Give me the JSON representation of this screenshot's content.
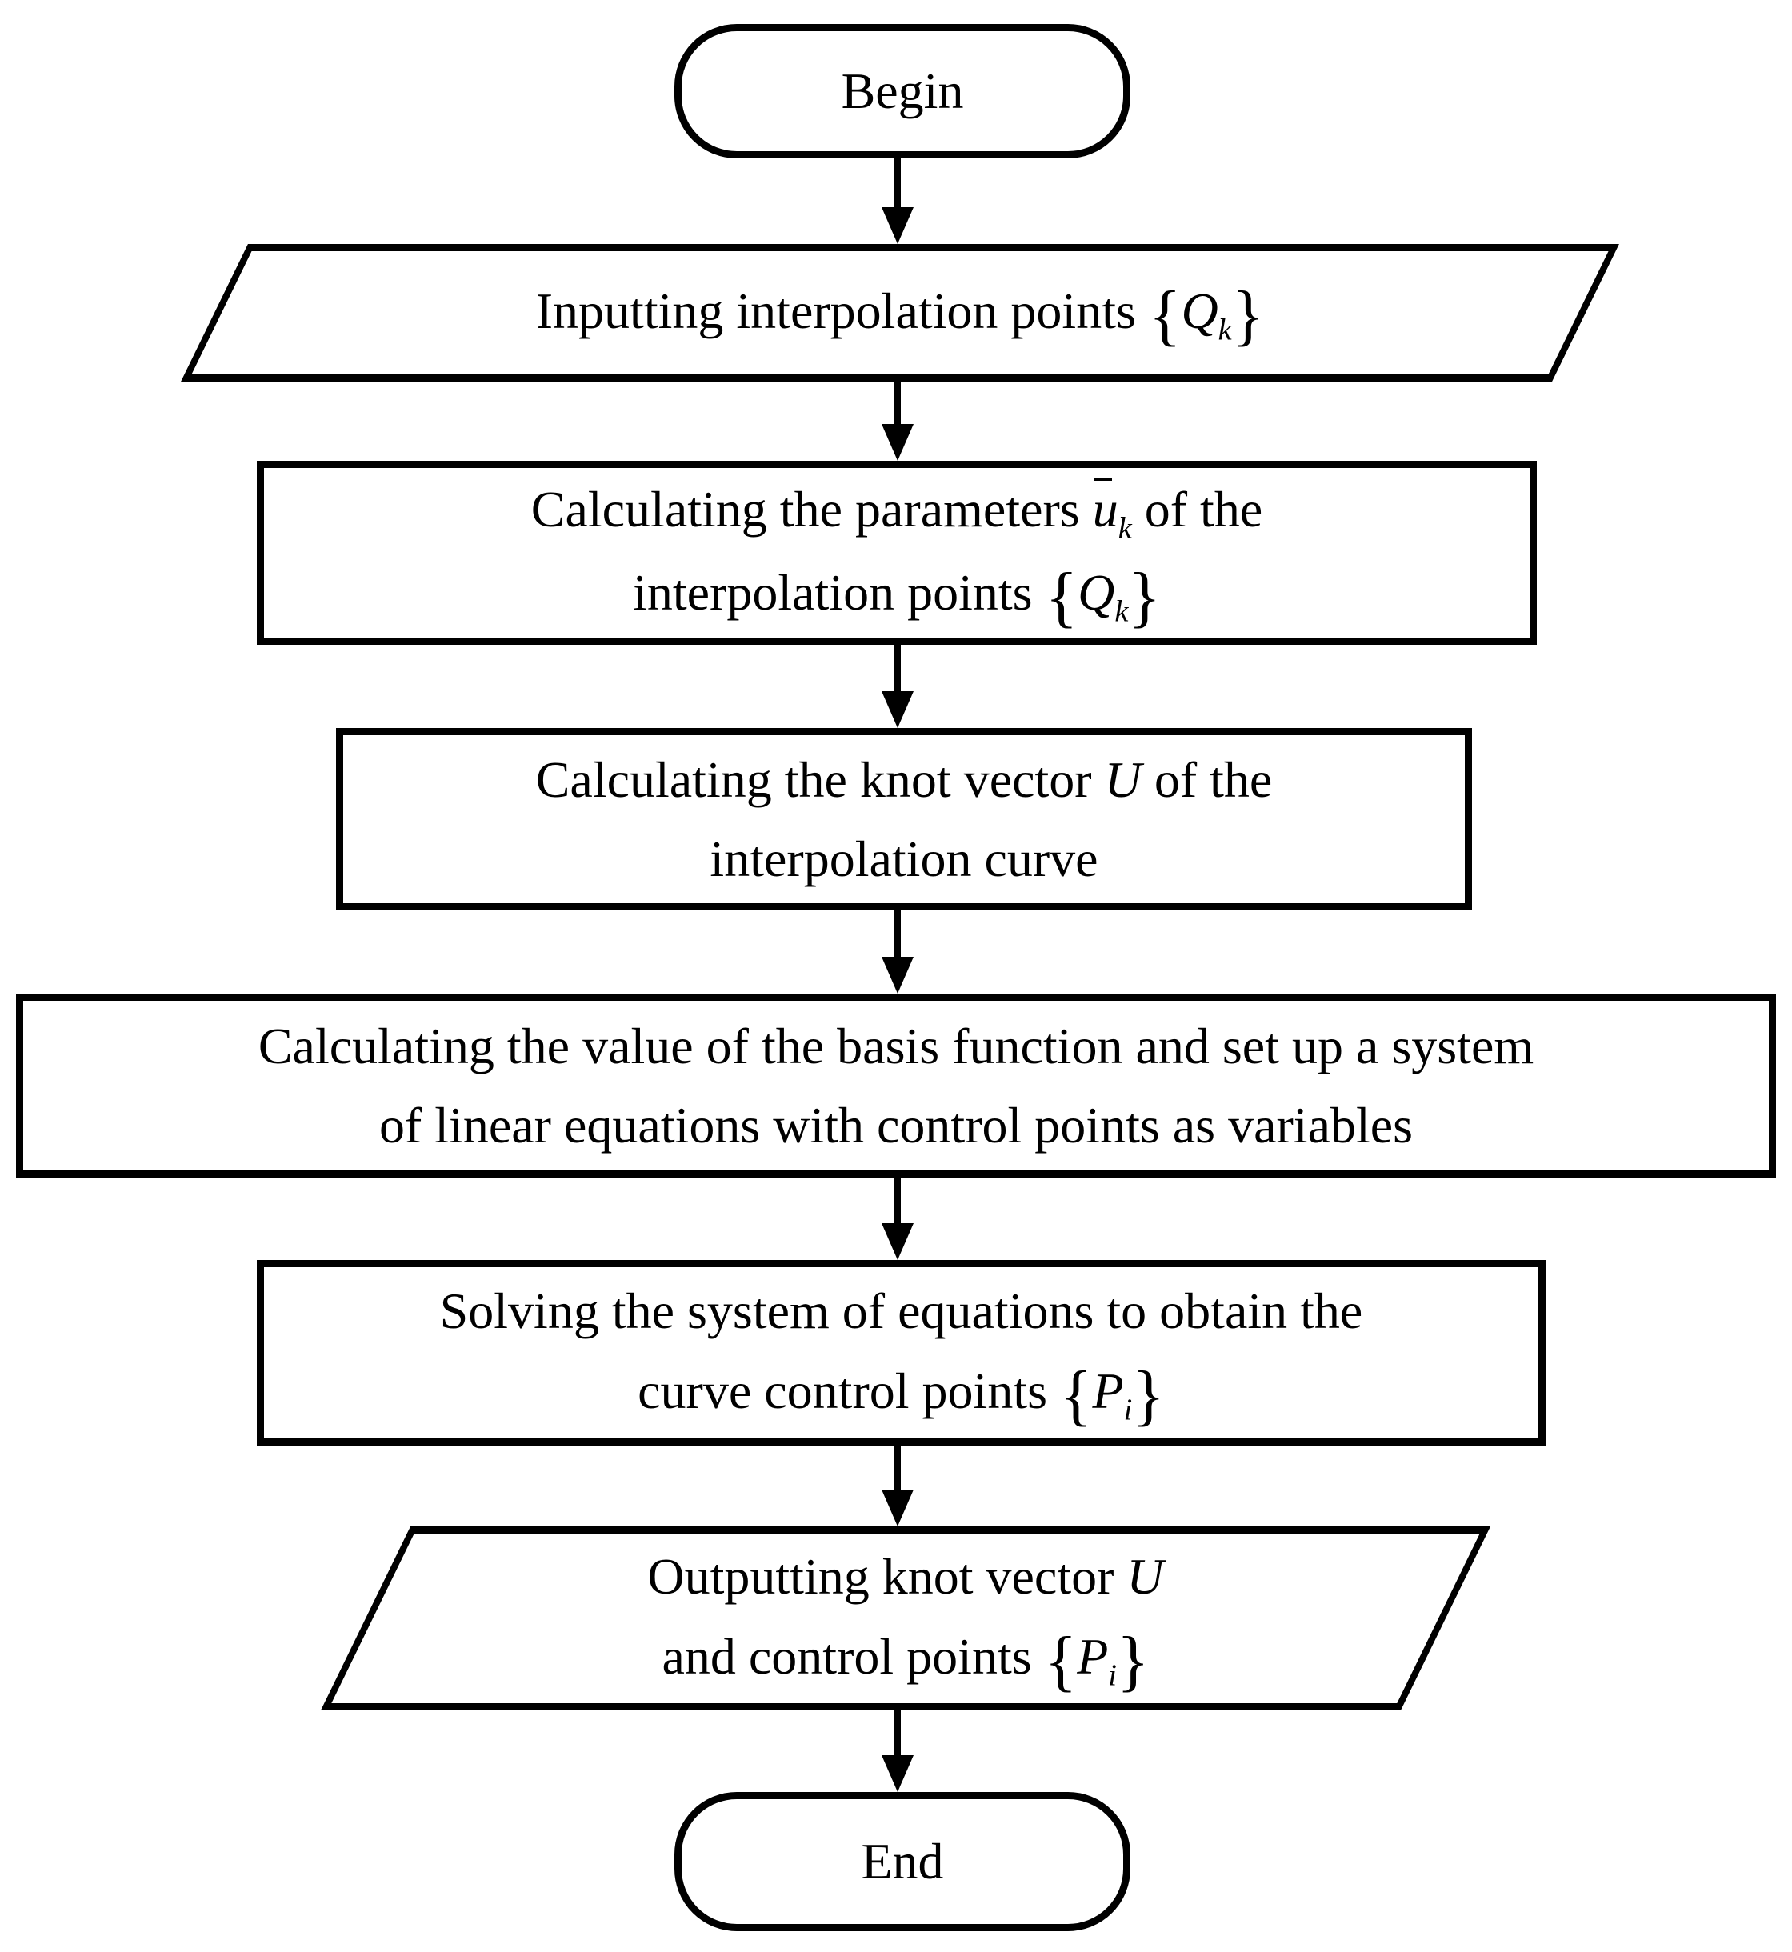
{
  "diagram": {
    "type": "flowchart",
    "colors": {
      "background": "#ffffff",
      "stroke": "#000000",
      "text": "#000000"
    },
    "nodes": {
      "begin": {
        "shape": "terminator",
        "segments": [
          {
            "t": "Begin"
          }
        ]
      },
      "input": {
        "shape": "parallelogram-io",
        "segments": [
          {
            "t": "Inputting interpolation points "
          },
          {
            "t": "{",
            "s": "b"
          },
          {
            "t": "Q",
            "s": "v"
          },
          {
            "t": "k",
            "s": "sub"
          },
          {
            "t": "}",
            "s": "b"
          }
        ]
      },
      "params": {
        "shape": "process",
        "segments": [
          {
            "t": "Calculating the parameters "
          },
          {
            "t": "u",
            "s": "vbar"
          },
          {
            "t": "k",
            "s": "sub"
          },
          {
            "t": " of the"
          },
          {
            "br": true
          },
          {
            "t": "interpolation points "
          },
          {
            "t": "{",
            "s": "b"
          },
          {
            "t": "Q",
            "s": "v"
          },
          {
            "t": "k",
            "s": "sub"
          },
          {
            "t": "}",
            "s": "b"
          }
        ]
      },
      "knot": {
        "shape": "process",
        "segments": [
          {
            "t": "Calculating the knot vector "
          },
          {
            "t": "U",
            "s": "v"
          },
          {
            "t": " of the"
          },
          {
            "br": true
          },
          {
            "t": "interpolation curve"
          }
        ]
      },
      "basis": {
        "shape": "process",
        "segments": [
          {
            "t": "Calculating the value of the basis function and set up a system"
          },
          {
            "br": true
          },
          {
            "t": "of linear equations with control points as variables"
          }
        ]
      },
      "solve": {
        "shape": "process",
        "segments": [
          {
            "t": "Solving the system of equations to obtain the"
          },
          {
            "br": true
          },
          {
            "t": "curve control points "
          },
          {
            "t": "{",
            "s": "b"
          },
          {
            "t": "P",
            "s": "v"
          },
          {
            "t": "i",
            "s": "sub"
          },
          {
            "t": "}",
            "s": "b"
          }
        ]
      },
      "output": {
        "shape": "parallelogram-io",
        "segments": [
          {
            "t": "Outputting knot vector "
          },
          {
            "t": "U",
            "s": "v"
          },
          {
            "br": true
          },
          {
            "t": "and control points "
          },
          {
            "t": "{",
            "s": "b"
          },
          {
            "t": "P",
            "s": "v"
          },
          {
            "t": "i",
            "s": "sub"
          },
          {
            "t": "}",
            "s": "b"
          }
        ]
      },
      "end": {
        "shape": "terminator",
        "segments": [
          {
            "t": "End"
          }
        ]
      }
    },
    "edges": [
      {
        "from": "begin",
        "to": "input"
      },
      {
        "from": "input",
        "to": "params"
      },
      {
        "from": "params",
        "to": "knot"
      },
      {
        "from": "knot",
        "to": "basis"
      },
      {
        "from": "basis",
        "to": "solve"
      },
      {
        "from": "solve",
        "to": "output"
      },
      {
        "from": "output",
        "to": "end"
      }
    ]
  }
}
